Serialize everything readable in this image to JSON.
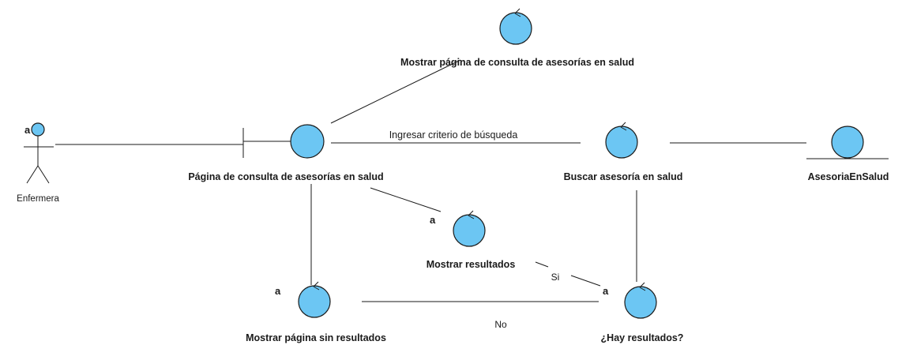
{
  "diagram": {
    "actor": {
      "label": "Enfermera",
      "multiplicity": "a"
    },
    "boundary": {
      "label": "Página de consulta de asesorías en salud"
    },
    "controls": {
      "mostrar_pagina_consulta": {
        "label": "Mostrar página de consulta de asesorías en salud"
      },
      "buscar_asesoria": {
        "label": "Buscar asesoría en salud"
      },
      "mostrar_resultados": {
        "label": "Mostrar resultados",
        "multiplicity": "a"
      },
      "mostrar_sin_resultados": {
        "label": "Mostrar página sin resultados",
        "multiplicity": "a"
      },
      "hay_resultados": {
        "label": "¿Hay resultados?",
        "multiplicity": "a"
      }
    },
    "entity": {
      "label": "AsesoriaEnSalud"
    },
    "links": {
      "ingresar_criterio": "Ingresar criterio de búsqueda",
      "si": "Si",
      "no": "No"
    },
    "colors": {
      "fill": "#6cc6f3",
      "stroke": "#1a1a1a"
    }
  }
}
